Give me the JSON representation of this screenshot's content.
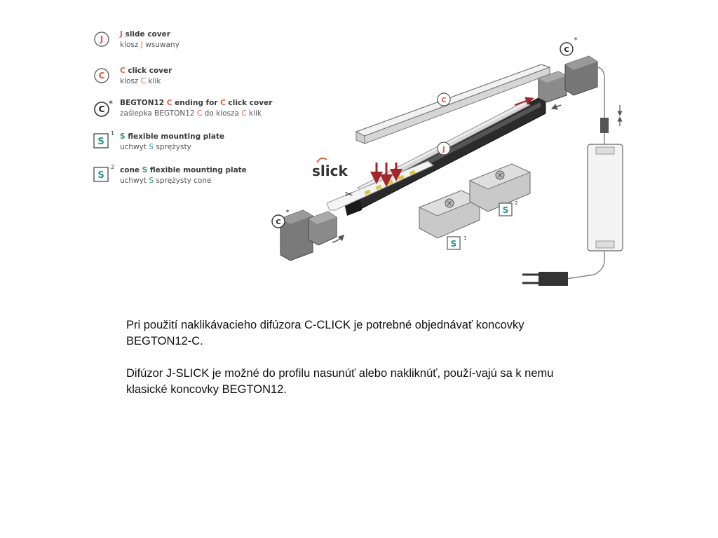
{
  "colors": {
    "red_accent": "#e35f3c",
    "teal_accent": "#1e9a8c",
    "text": "#111111",
    "profile": "#2b2b2b"
  },
  "legend": [
    {
      "icon": "J",
      "icon_name": "j-circle-icon",
      "l1_pre": "",
      "l1_mark": "J",
      "l1_rest": " slide cover",
      "l2_pre": "klosz ",
      "l2_mark": "J",
      "l2_rest": " wsuwany"
    },
    {
      "icon": "C",
      "icon_name": "c-circle-icon",
      "l1_pre": "",
      "l1_mark": "C",
      "l1_rest": " click cover",
      "l2_pre": "klosz ",
      "l2_mark": "C",
      "l2_rest": " klik"
    },
    {
      "icon": "C",
      "icon_name": "c-star-circle-icon",
      "star": "*",
      "l1_pre": "BEGTON12 ",
      "l1_mark": "C",
      "l1_mid": " ending for ",
      "l1_mark2": "C",
      "l1_rest": " click cover",
      "l2_pre": "zaślepka BEGTON12 ",
      "l2_mark": "C",
      "l2_mid": " do klosza ",
      "l2_mark2": "C",
      "l2_rest": " klik"
    },
    {
      "icon": "S",
      "icon_name": "s-square-icon",
      "sup": "1",
      "l1_pre": "",
      "l1_mark": "S",
      "l1_rest": " flexible mounting plate",
      "l2_pre": "uchwyt ",
      "l2_mark": "S",
      "l2_rest": " sprężysty"
    },
    {
      "icon": "S",
      "icon_name": "s-square-icon",
      "sup": "2",
      "l1_pre": "cone ",
      "l1_mark": "S",
      "l1_rest": " flexible mounting plate",
      "l2_pre": "uchwyt ",
      "l2_mark": "S",
      "l2_rest": " sprężysty cone"
    }
  ],
  "diagram": {
    "slick_label": "slick",
    "cover_c_label": "C",
    "cover_j_label": "J",
    "end_cap_label": "C",
    "end_cap_star": "*",
    "plate_label": "S",
    "plate1_sup": "1",
    "plate2_sup": "2"
  },
  "text": {
    "p1": "Pri použití naklikávacieho difúzora C-CLICK je potrebné objednávať koncovky BEGTON12-C.",
    "p2": "Difúzor J-SLICK je možné do profilu nasunúť alebo nakliknúť, použí-vajú sa k nemu klasické koncovky BEGTON12."
  }
}
